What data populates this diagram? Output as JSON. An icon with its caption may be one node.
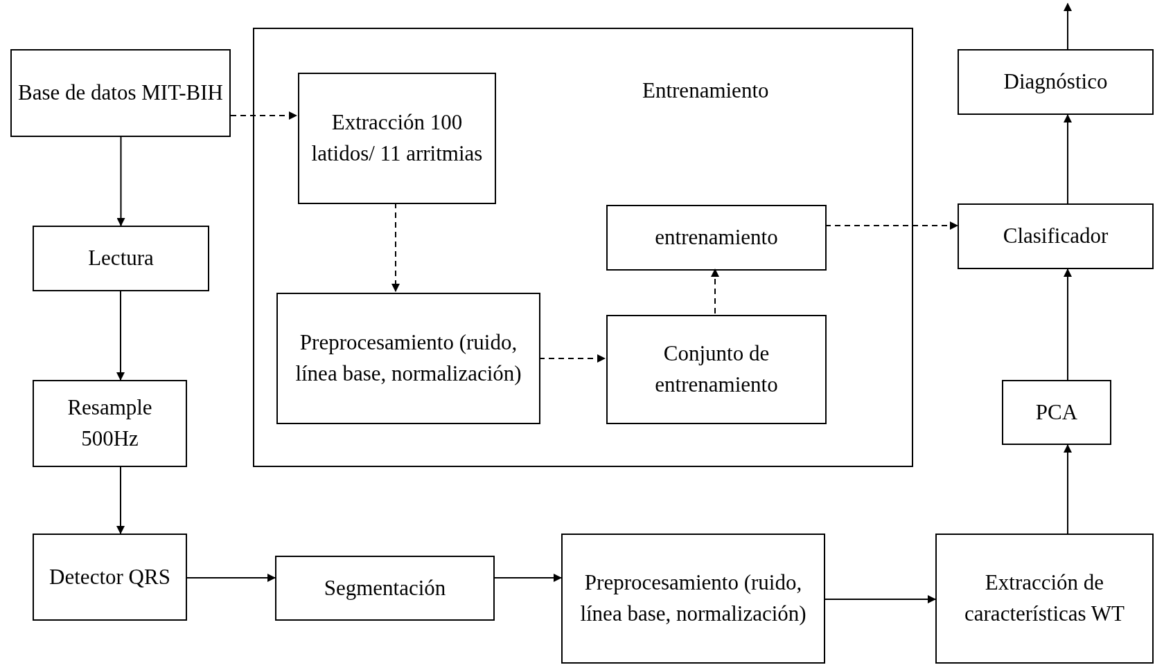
{
  "diagram": {
    "nodes": [
      {
        "text": [
          "Base de datos MIT-BIH"
        ]
      },
      {
        "text": [
          "Entrenamiento"
        ]
      },
      {
        "text": [
          "Extracción 100 latidos/ 11 arritmias"
        ],
        "in": 1
      },
      {
        "text": [
          "entrenamiento"
        ],
        "in": 1
      },
      {
        "text": [
          "Preprocesamiento (ruido, línea base, normalización)"
        ],
        "in": 1
      },
      {
        "text": [
          "Conjunto de entrenamiento"
        ],
        "in": 1
      },
      {
        "text": [
          "Diagnóstico"
        ]
      },
      {
        "text": [
          "Clasificador"
        ]
      },
      {
        "text": [
          "Lectura"
        ]
      },
      {
        "text": [
          "Resample 500Hz"
        ]
      },
      {
        "text": [
          "PCA"
        ]
      },
      {
        "text": [
          "Detector QRS"
        ]
      },
      {
        "text": [
          "Segmentación"
        ]
      },
      {
        "text": [
          "Preprocesamiento (ruido, línea base, normalización)"
        ]
      },
      {
        "text": [
          "Extracción de características WT"
        ]
      }
    ],
    "edges": [
      {
        "from": 0,
        "to": 2,
        "arrow": "to",
        "style": "dashed"
      },
      {
        "from": 0,
        "to": 8,
        "arrow": "to"
      },
      {
        "from": 8,
        "to": 9,
        "arrow": "to"
      },
      {
        "from": 9,
        "to": 11,
        "arrow": "to"
      },
      {
        "from": 11,
        "to": 12,
        "arrow": "to"
      },
      {
        "from": 12,
        "to": 13,
        "arrow": "to"
      },
      {
        "from": 13,
        "to": 14,
        "arrow": "to"
      },
      {
        "from": 14,
        "to": 10,
        "arrow": "to"
      },
      {
        "from": 10,
        "to": 7,
        "arrow": "to"
      },
      {
        "from": 7,
        "to": 6,
        "arrow": "to"
      },
      {
        "from": 6,
        "to": null,
        "arrow": "to"
      },
      {
        "from": 2,
        "to": 4,
        "arrow": "to",
        "style": "dashed"
      },
      {
        "from": 4,
        "to": 5,
        "arrow": "to",
        "style": "dashed"
      },
      {
        "from": 5,
        "to": 3,
        "arrow": "to",
        "style": "dashed"
      },
      {
        "from": 3,
        "to": 7,
        "arrow": "to",
        "style": "dashed"
      }
    ]
  }
}
